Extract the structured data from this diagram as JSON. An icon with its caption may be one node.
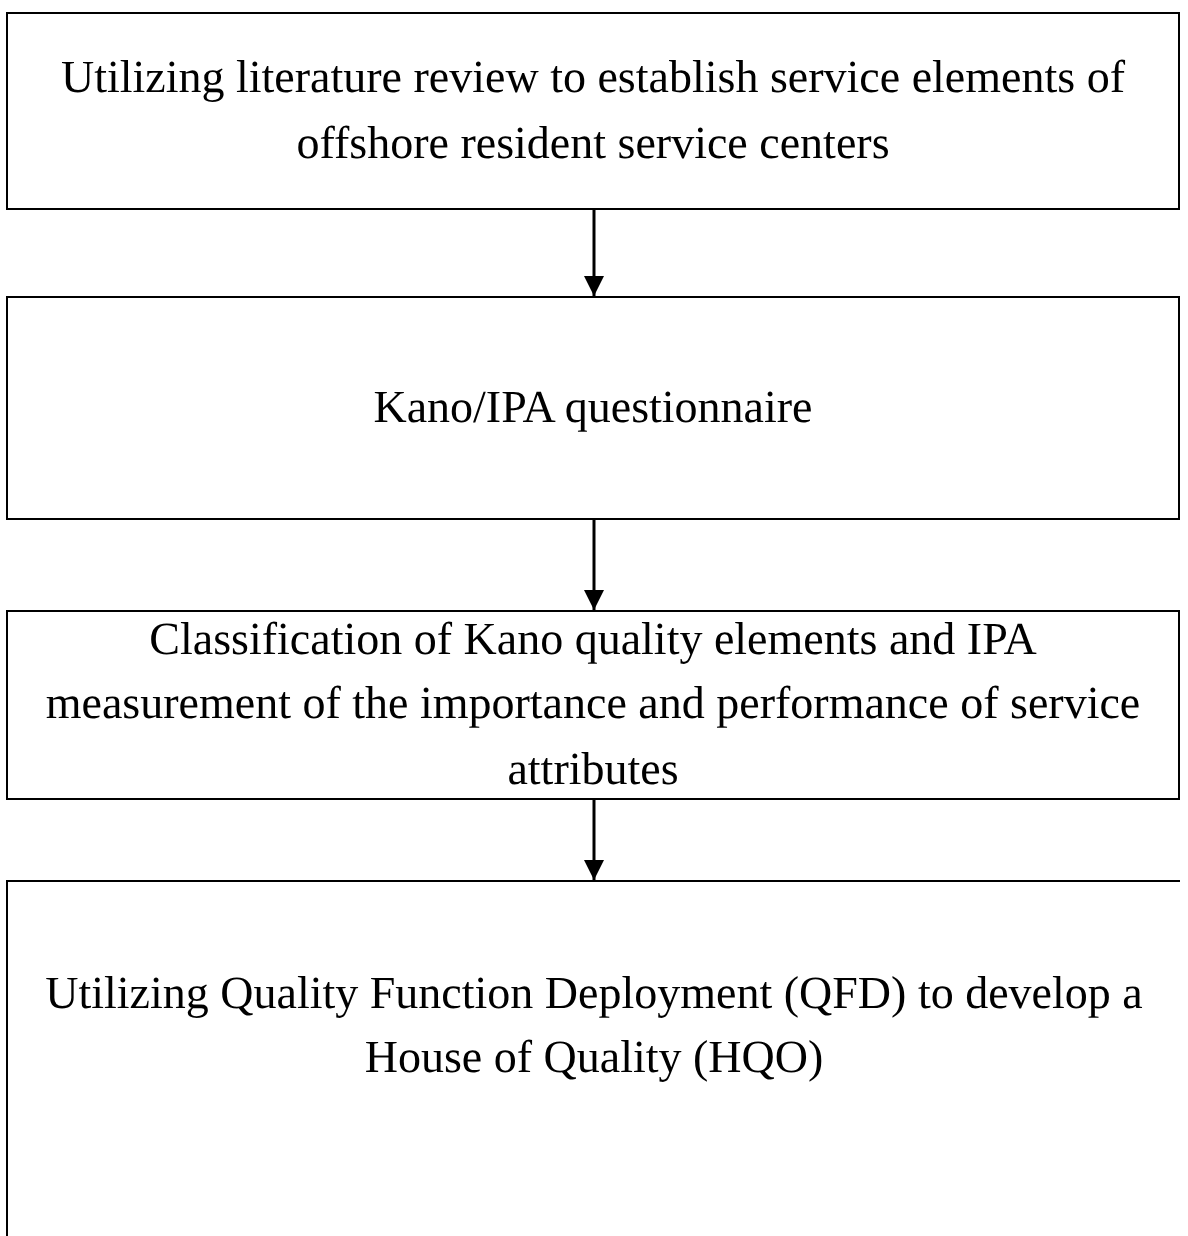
{
  "diagram": {
    "nodes": [
      {
        "text": [
          "Utilizing literature review to establish service elements of offshore resident service centers"
        ]
      },
      {
        "text": [
          "Kano/IPA questionnaire"
        ]
      },
      {
        "text": [
          "Classification of Kano quality elements and IPA measurement of the importance and performance of service attributes"
        ]
      },
      {
        "text": [
          "Utilizing Quality Function Deployment (QFD) to develop a House of Quality (HQO)"
        ]
      }
    ],
    "edges": [
      {
        "from": 0,
        "to": 1,
        "arrow": "to"
      },
      {
        "from": 1,
        "to": 2,
        "arrow": "to"
      },
      {
        "from": 2,
        "to": 3,
        "arrow": "to"
      }
    ]
  }
}
